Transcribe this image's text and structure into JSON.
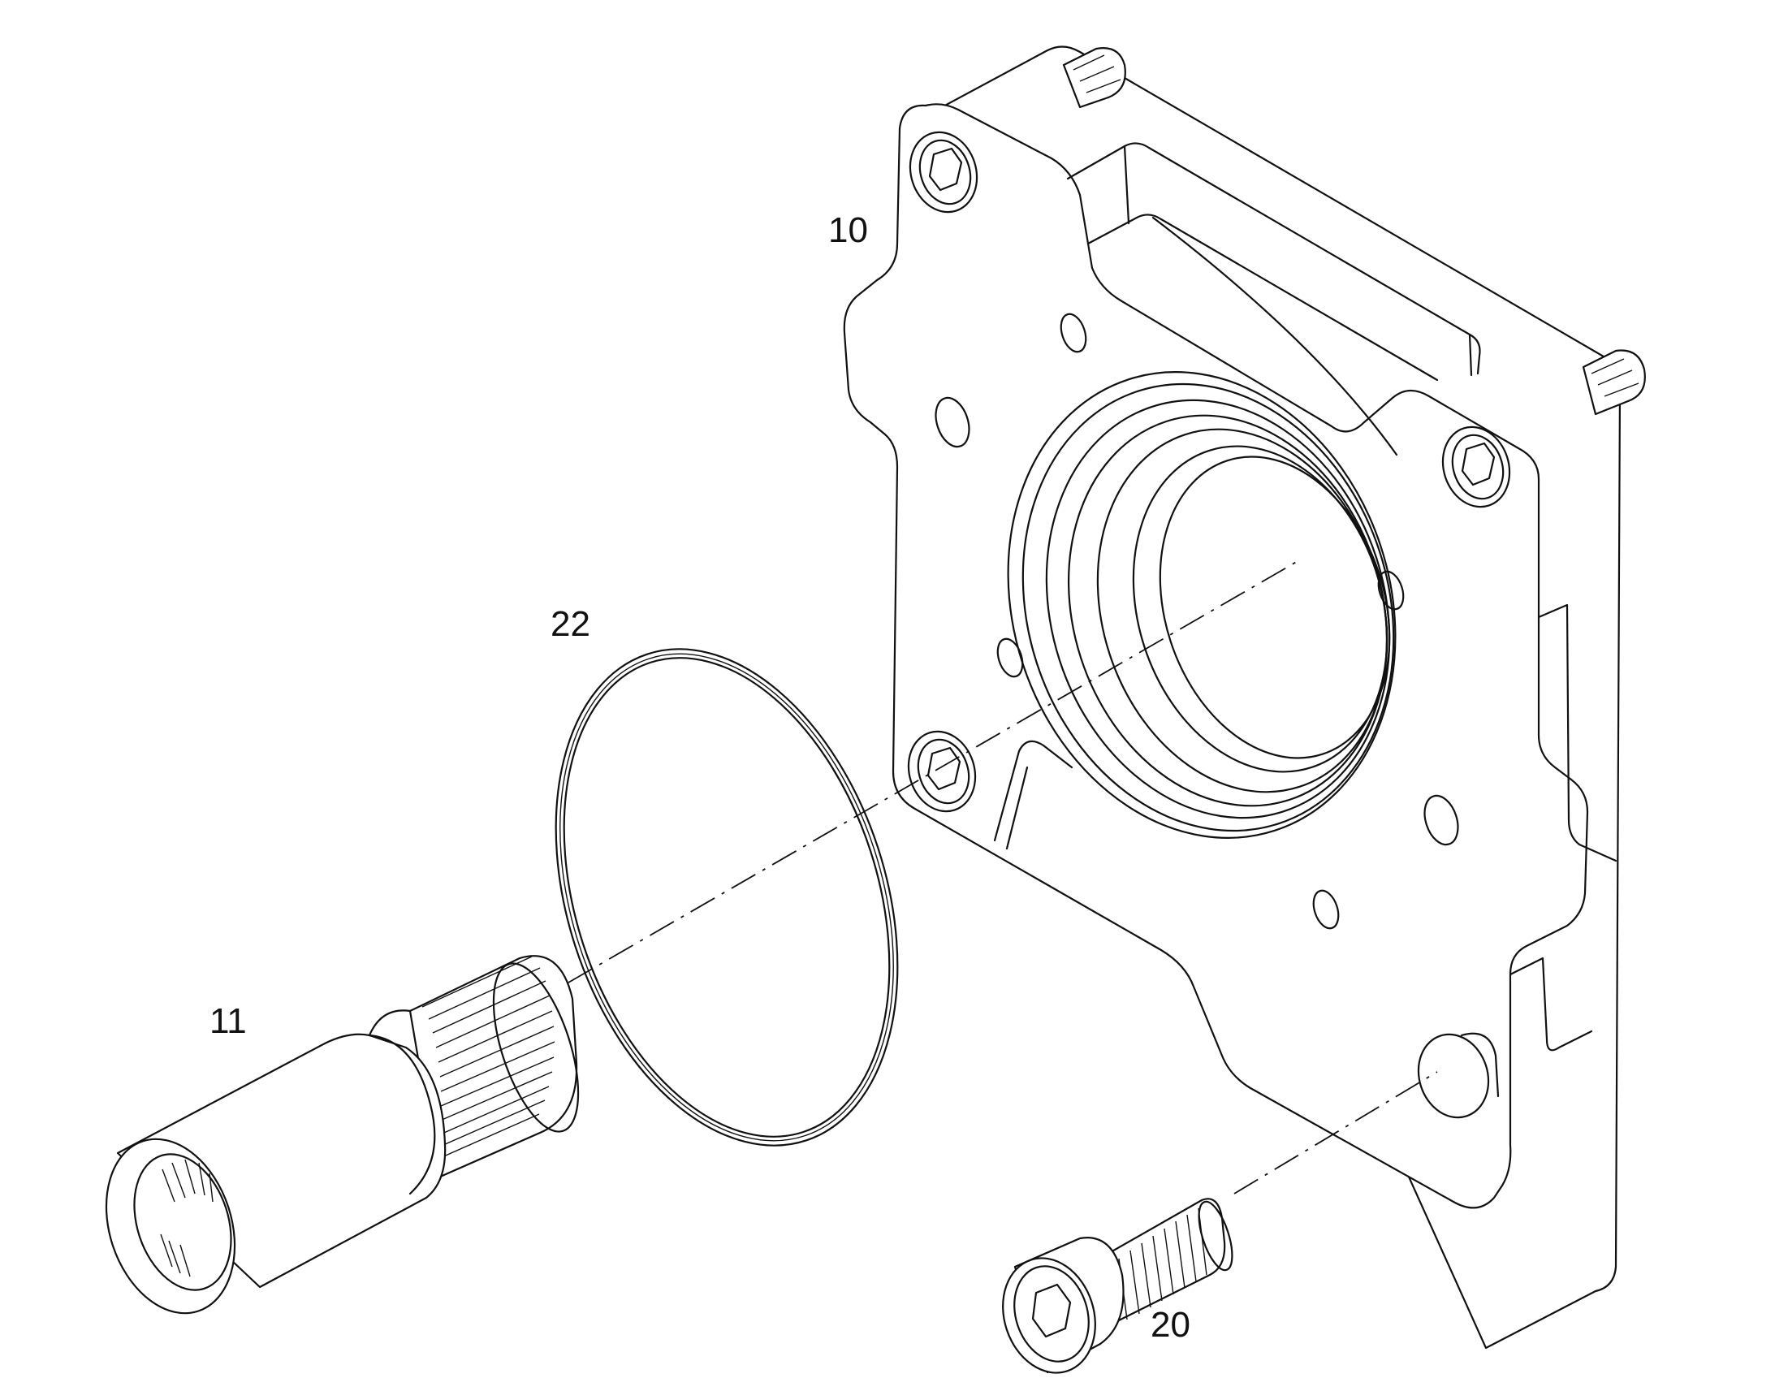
{
  "labels": {
    "housing": "10",
    "coupling": "11",
    "screw": "20",
    "oring": "22"
  },
  "colors": {
    "line": "#111111",
    "background": "#ffffff"
  }
}
